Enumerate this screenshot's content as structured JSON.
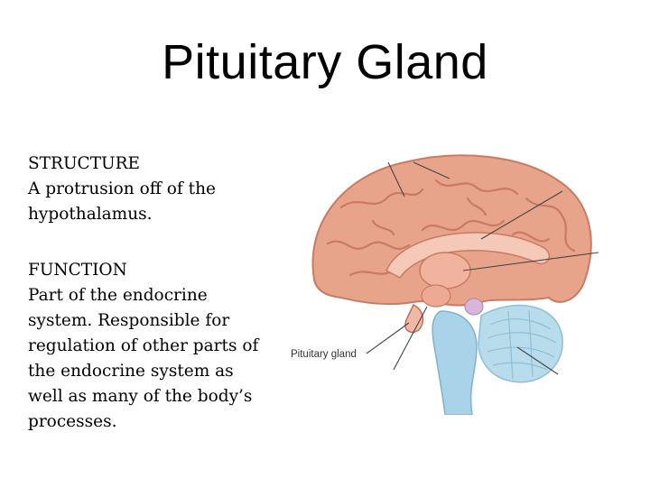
{
  "title": "Pituitary Gland",
  "structure": {
    "heading": "STRUCTURE",
    "body": "A protrusion off of the hypothalamus."
  },
  "function": {
    "heading": "FUNCTION",
    "body": "Part of the endocrine system. Responsible for regulation of other parts of the endocrine system as well as many of the body’s processes."
  },
  "diagram": {
    "label": "Pituitary gland",
    "colors": {
      "cortex": "#e8a48a",
      "cortex_dark": "#c97a62",
      "cerebellum": "#b9dcec",
      "brainstem": "#a9d3e8",
      "pituitary": "#f2b8a6",
      "pineal": "#d8b6dc"
    }
  }
}
